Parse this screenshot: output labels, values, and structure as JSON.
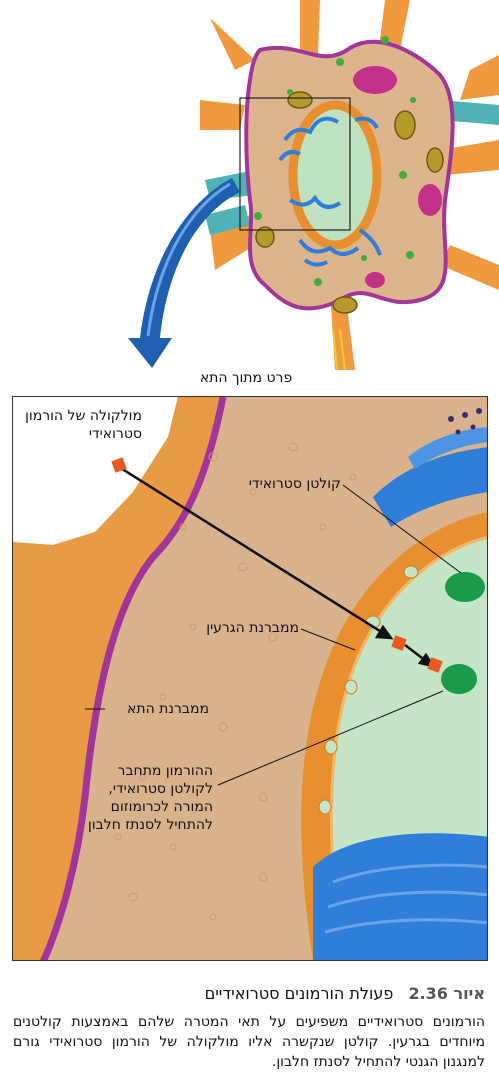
{
  "labels": {
    "detail_caption": "פרט מתוך התא",
    "steroid_hormone_molecule": "מולקולה של הורמון סטרואידי",
    "steroid_receptor": "קולטן סטרואידי",
    "nuclear_membrane": "ממברנת הגרעין",
    "cell_membrane": "ממברנת התא",
    "hormone_binds_receptor": "ההורמון מתחבר לקולטן סטרואידי, המורה לכרומוזום להתחיל לסנתז חלבון"
  },
  "caption": {
    "figure_number": "איור 2.36",
    "title": "פעולת הורמונים סטרואידיים",
    "text": "הורמונים סטרואידיים משפיעים על תאי המטרה שלהם באמצעות קולטנים מיוחדים בגרעין. קולטן שנקשרה אליו מולקולה של הורמון סטרואידי גורם למנגנון הגנטי להתחיל לסנתז חלבון."
  },
  "colors": {
    "cytoplasm": "#dcb58c",
    "cell_membrane": "#a3359a",
    "nucleus": "#bfe3c0",
    "nuclear_envelope": "#e8902f",
    "golgi": "#2f7fd8",
    "receptor": "#1b9a4a",
    "hormone": "#e85a1f",
    "arrow": "#1f5fb0"
  }
}
